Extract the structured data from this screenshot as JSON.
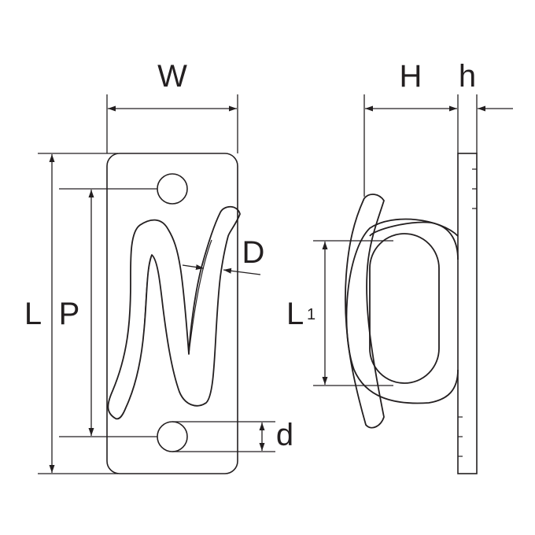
{
  "labels": {
    "W": "W",
    "H": "H",
    "h": "h",
    "D": "D",
    "L": "L",
    "P": "P",
    "L1_main": "L",
    "L1_sub": "1",
    "d": "d"
  },
  "colors": {
    "line": "#231f20",
    "background": "#ffffff"
  }
}
